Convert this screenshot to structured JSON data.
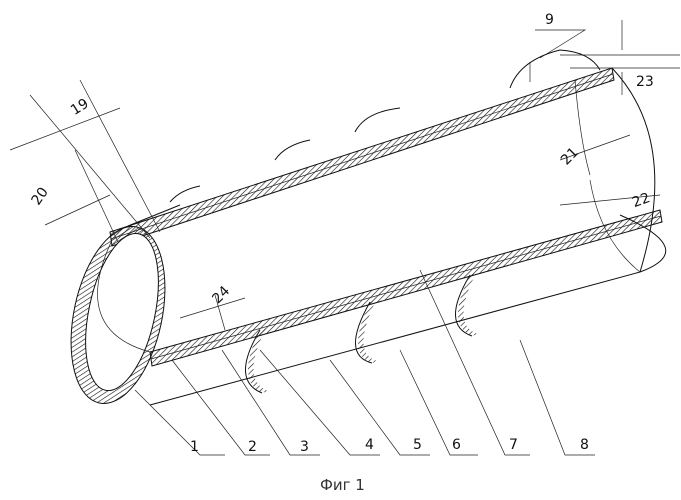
{
  "figure": {
    "caption": "Фиг 1",
    "callouts": {
      "c1": "1",
      "c2": "2",
      "c3": "3",
      "c4": "4",
      "c5": "5",
      "c6": "6",
      "c7": "7",
      "c8": "8",
      "c9": "9",
      "c19": "19",
      "c20": "20",
      "c21": "21",
      "c22": "22",
      "c23": "23",
      "c24": "24"
    }
  }
}
